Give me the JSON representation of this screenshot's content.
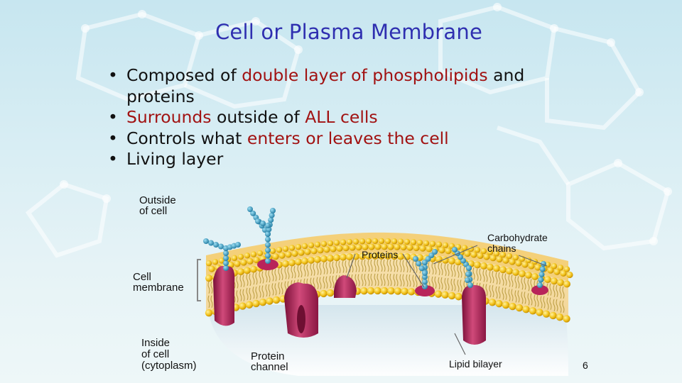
{
  "slide": {
    "title": "Cell or Plasma Membrane",
    "bullets": [
      {
        "parts": [
          {
            "text": "Composed of ",
            "red": false
          },
          {
            "text": "double layer of phospholipids",
            "red": true
          },
          {
            "text": " and proteins",
            "red": false
          }
        ]
      },
      {
        "parts": [
          {
            "text": "Surrounds",
            "red": true
          },
          {
            "text": " outside of ",
            "red": false
          },
          {
            "text": "ALL cells",
            "red": true
          }
        ]
      },
      {
        "parts": [
          {
            "text": "Controls what ",
            "red": false
          },
          {
            "text": "enters or leaves the cell",
            "red": true
          }
        ]
      },
      {
        "parts": [
          {
            "text": "Living layer",
            "red": false
          }
        ]
      }
    ],
    "bullet_char": "•",
    "page_number": "6"
  },
  "diagram": {
    "labels": {
      "outside_line1": "Outside",
      "outside_line2": "of cell",
      "proteins": "Proteins",
      "carbohydrate_line1": "Carbohydrate",
      "carbohydrate_line2": "chains",
      "cell_membrane_line1": "Cell",
      "cell_membrane_line2": "membrane",
      "inside_line1": "Inside",
      "inside_line2": "of cell",
      "inside_line3": "(cytoplasm)",
      "protein_channel_line1": "Protein",
      "protein_channel_line2": "channel",
      "lipid_bilayer": "Lipid bilayer"
    }
  },
  "colors": {
    "title": "#2f2fb0",
    "highlight": "#a11212",
    "phospholipid_head": "#f2c21a",
    "protein": "#b8245a",
    "carbohydrate": "#2f8fb8"
  }
}
